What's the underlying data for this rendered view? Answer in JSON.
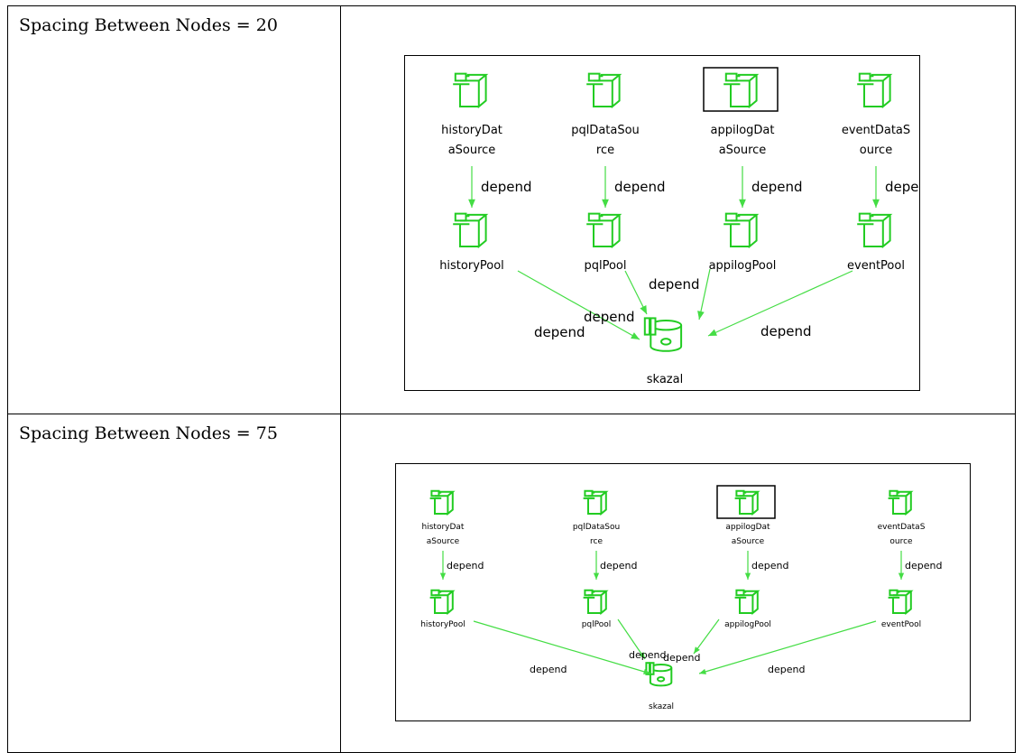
{
  "rows": [
    {
      "label": "Spacing Between Nodes = 20",
      "diagram": {
        "sources": [
          {
            "line1": "historyDat",
            "line2": "aSource",
            "selected": false
          },
          {
            "line1": "pqlDataSou",
            "line2": "rce",
            "selected": false
          },
          {
            "line1": "appilogDat",
            "line2": "aSource",
            "selected": true
          },
          {
            "line1": "eventDataS",
            "line2": "ource",
            "selected": false
          }
        ],
        "pools": [
          "historyPool",
          "pqlPool",
          "appilogPool",
          "eventPool"
        ],
        "target": "skazal",
        "edge_label": "depend"
      }
    },
    {
      "label": "Spacing Between Nodes = 75",
      "diagram": {
        "sources": [
          {
            "line1": "historyDat",
            "line2": "aSource",
            "selected": false
          },
          {
            "line1": "pqlDataSou",
            "line2": "rce",
            "selected": false
          },
          {
            "line1": "appilogDat",
            "line2": "aSource",
            "selected": true
          },
          {
            "line1": "eventDataS",
            "line2": "ource",
            "selected": false
          }
        ],
        "pools": [
          "historyPool",
          "pqlPool",
          "appilogPool",
          "eventPool"
        ],
        "target": "skazal",
        "edge_label": "depend"
      }
    }
  ],
  "colors": {
    "node": "#22cc22",
    "edge": "#44dd44",
    "border": "#000000"
  }
}
